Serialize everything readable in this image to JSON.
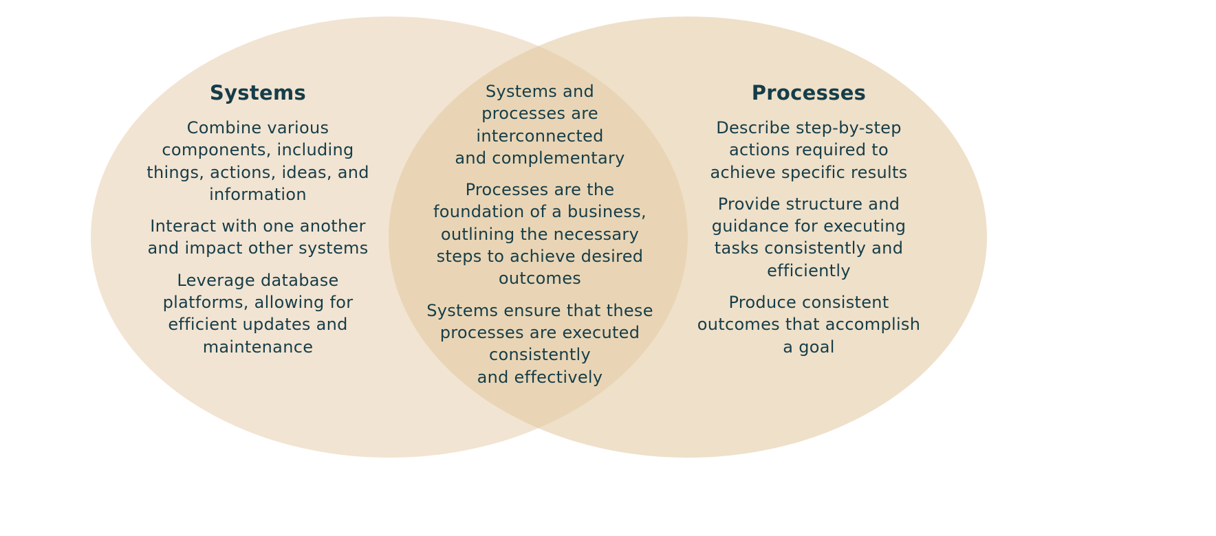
{
  "colors": {
    "left": "#f2e4d2",
    "right": "#efe0c9",
    "overlap": "#e9d5b5",
    "text": "#153d49"
  },
  "systems": {
    "title": "Systems",
    "items": [
      {
        "lines": [
          "Combine various",
          "components, including",
          "things, actions, ideas, and",
          "information"
        ]
      },
      {
        "lines": [
          "Interact with one another",
          "and impact other systems"
        ]
      },
      {
        "lines": [
          "Leverage database",
          "platforms, allowing for",
          "efficient updates and",
          "maintenance"
        ]
      }
    ]
  },
  "overlap": {
    "items": [
      {
        "lines": [
          "Systems and",
          "processes are",
          "interconnected",
          "and complementary"
        ]
      },
      {
        "lines": [
          "Processes are the",
          "foundation of a business,",
          "outlining the necessary",
          "steps to achieve desired",
          "outcomes"
        ]
      },
      {
        "lines": [
          "Systems ensure that these",
          "processes are executed",
          "consistently",
          "and effectively"
        ]
      }
    ]
  },
  "processes": {
    "title": "Processes",
    "items": [
      {
        "lines": [
          "Describe step-by-step",
          "actions required to",
          "achieve specific results"
        ]
      },
      {
        "lines": [
          "Provide structure and",
          "guidance for executing",
          "tasks consistently and",
          "efficiently"
        ]
      },
      {
        "lines": [
          "Produce consistent",
          "outcomes that accomplish",
          "a goal"
        ]
      }
    ]
  }
}
